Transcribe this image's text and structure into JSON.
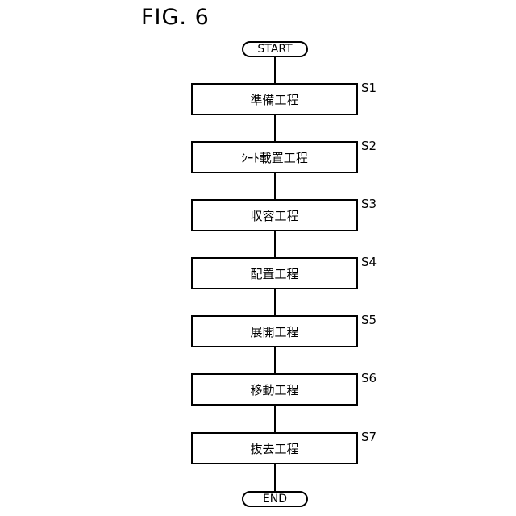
{
  "figure": {
    "title": "FIG. 6"
  },
  "flow": {
    "start": "START",
    "end": "END",
    "steps": [
      {
        "id": "S1",
        "label": "準備工程"
      },
      {
        "id": "S2",
        "label": "ｼｰﾄ載置工程"
      },
      {
        "id": "S3",
        "label": "収容工程"
      },
      {
        "id": "S4",
        "label": "配置工程"
      },
      {
        "id": "S5",
        "label": "展開工程"
      },
      {
        "id": "S6",
        "label": "移動工程"
      },
      {
        "id": "S7",
        "label": "抜去工程"
      }
    ]
  }
}
